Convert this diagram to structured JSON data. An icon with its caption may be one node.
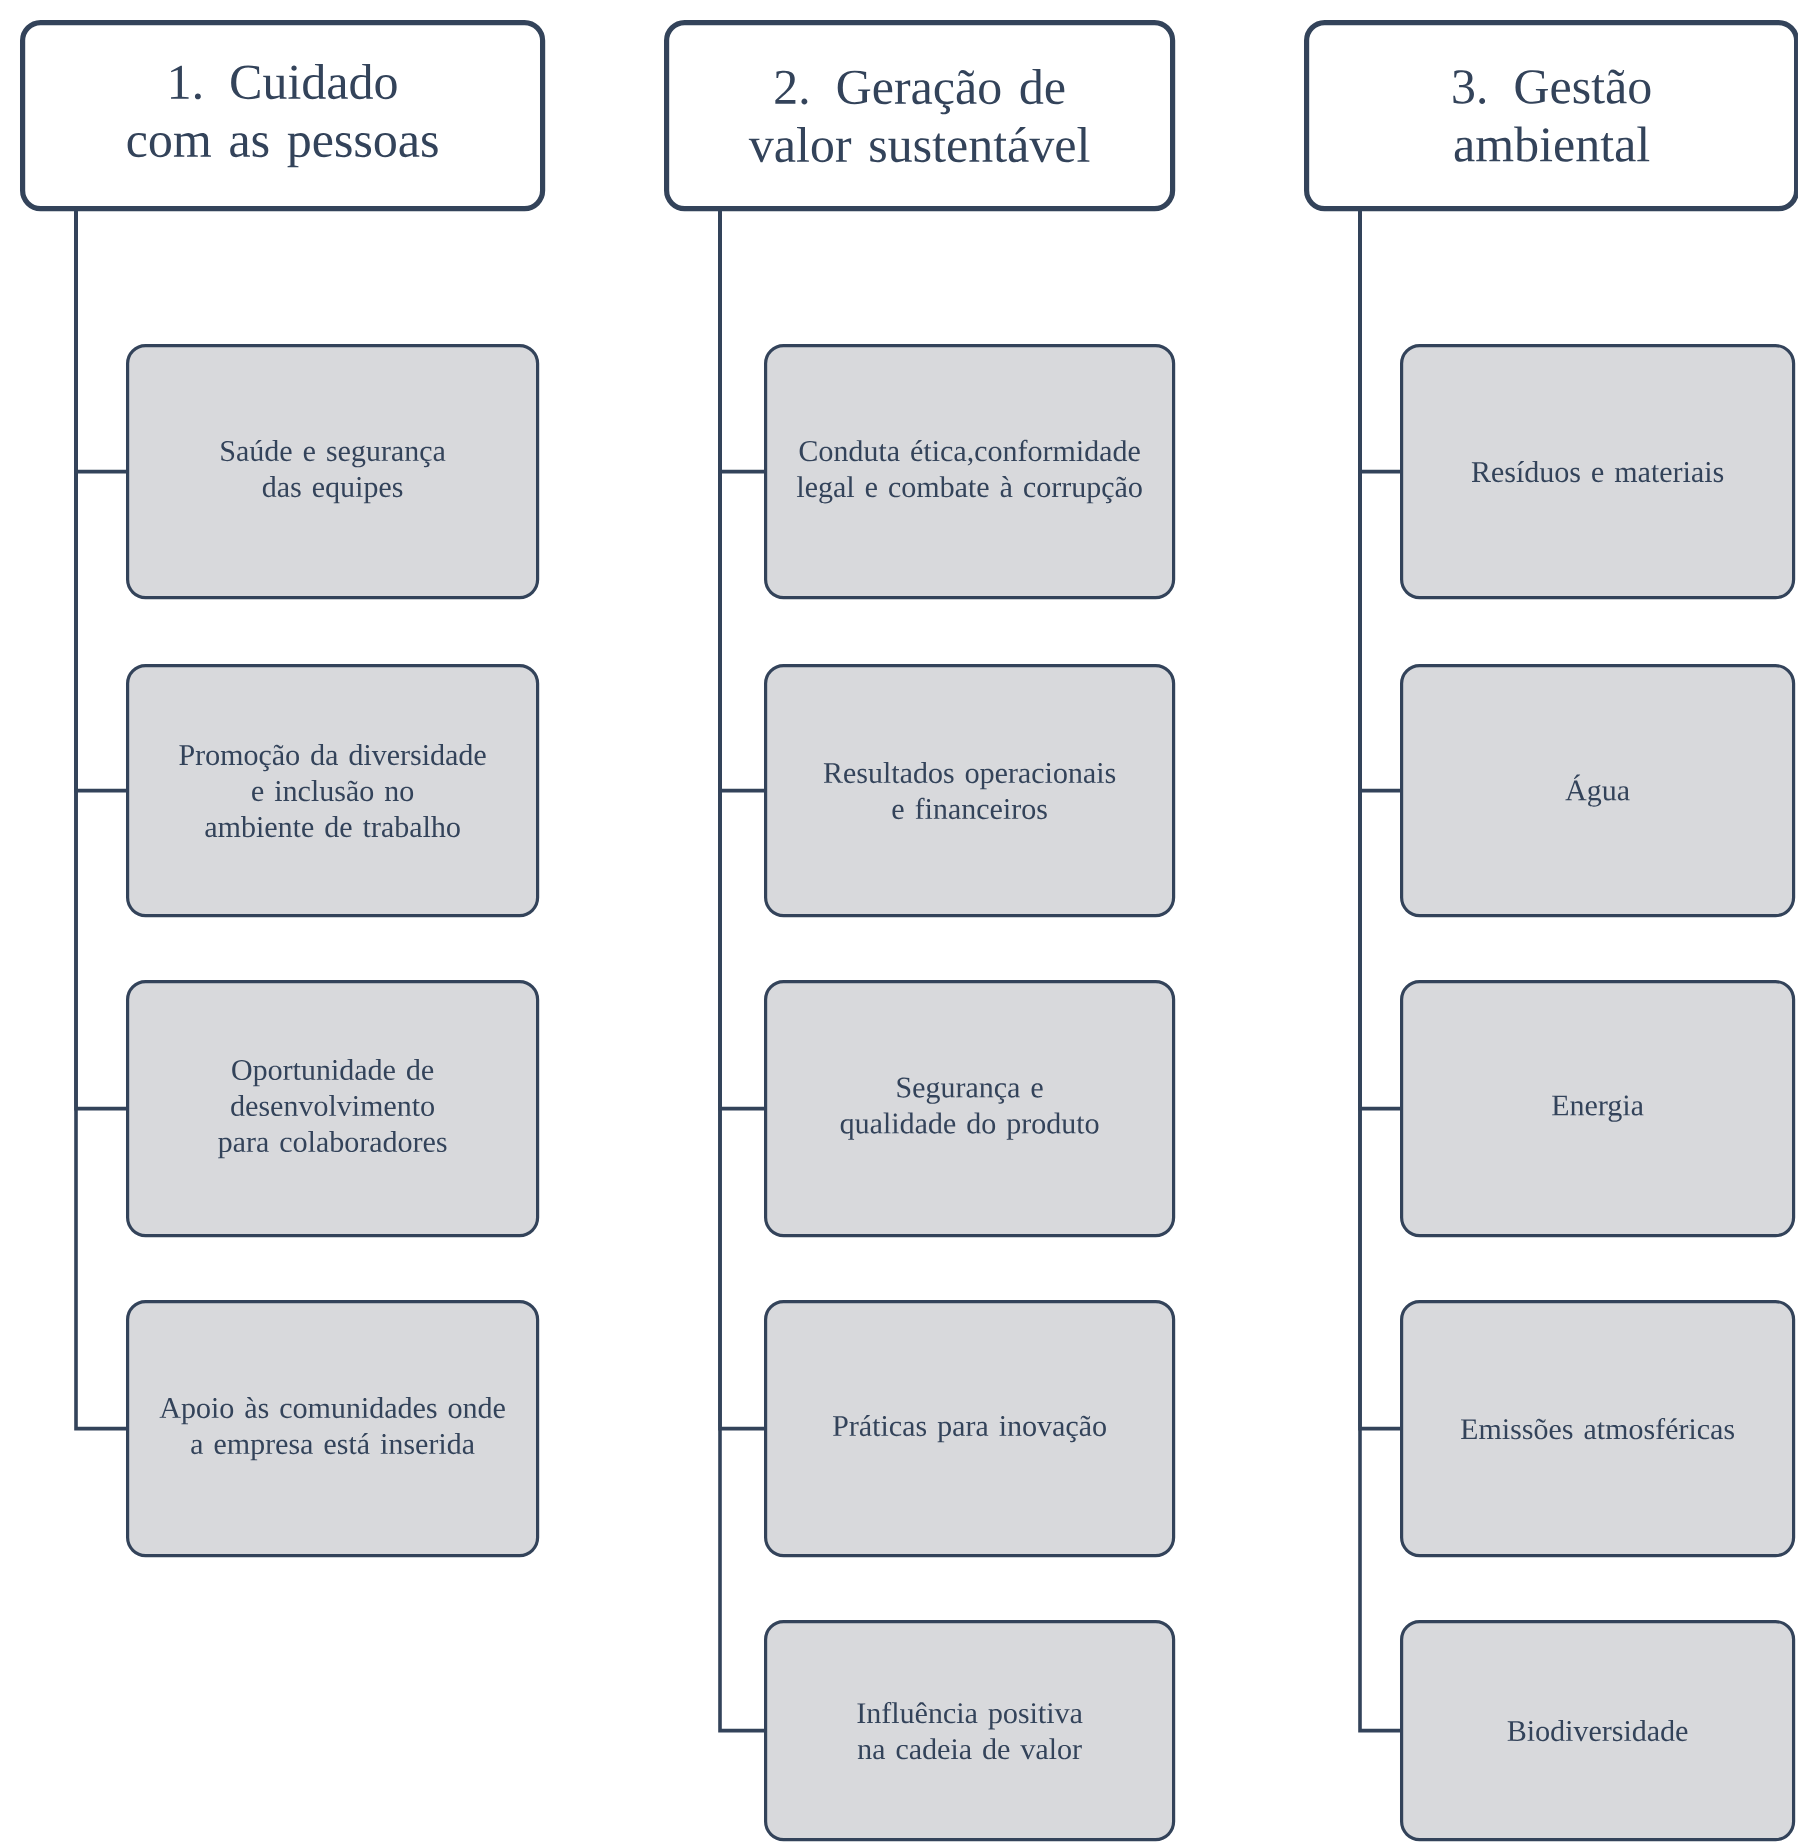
{
  "diagram": {
    "nodes": [
      {
        "text": [
          "1. Cuidado com as pessoas"
        ]
      },
      {
        "text": [
          "Saúde e segurança das equipes"
        ]
      },
      {
        "text": [
          "Promoção da diversidade e inclusão no ambiente de trabalho"
        ]
      },
      {
        "text": [
          "Oportunidade de desenvolvimento para colaboradores"
        ]
      },
      {
        "text": [
          "Apoio às comunidades onde a empresa está inserida"
        ]
      },
      {
        "text": [
          "2. Geração de valor sustentável"
        ]
      },
      {
        "text": [
          "Conduta ética,conformidade legal e combate à corrupção"
        ]
      },
      {
        "text": [
          "Resultados operacionais e financeiros"
        ]
      },
      {
        "text": [
          "Segurança e qualidade do produto"
        ]
      },
      {
        "text": [
          "Práticas para inovação"
        ]
      },
      {
        "text": [
          "Influência positiva na cadeia de valor"
        ]
      },
      {
        "text": [
          "3. Gestão ambiental"
        ]
      },
      {
        "text": [
          "Resíduos e materiais"
        ]
      },
      {
        "text": [
          "Água"
        ]
      },
      {
        "text": [
          "Energia"
        ]
      },
      {
        "text": [
          "Emissões atmosféricas"
        ]
      },
      {
        "text": [
          "Biodiversidade"
        ]
      }
    ],
    "edges": [
      {
        "from": 0,
        "to": 1,
        "arrow": "none"
      },
      {
        "from": 0,
        "to": 2,
        "arrow": "none"
      },
      {
        "from": 0,
        "to": 3,
        "arrow": "none"
      },
      {
        "from": 0,
        "to": 4,
        "arrow": "none"
      },
      {
        "from": 5,
        "to": 6,
        "arrow": "none"
      },
      {
        "from": 5,
        "to": 7,
        "arrow": "none"
      },
      {
        "from": 5,
        "to": 8,
        "arrow": "none"
      },
      {
        "from": 5,
        "to": 9,
        "arrow": "none"
      },
      {
        "from": 5,
        "to": 10,
        "arrow": "none"
      },
      {
        "from": 11,
        "to": 12,
        "arrow": "none"
      },
      {
        "from": 11,
        "to": 13,
        "arrow": "none"
      },
      {
        "from": 11,
        "to": 14,
        "arrow": "none"
      },
      {
        "from": 11,
        "to": 15,
        "arrow": "none"
      },
      {
        "from": 11,
        "to": 16,
        "arrow": "none"
      }
    ]
  }
}
